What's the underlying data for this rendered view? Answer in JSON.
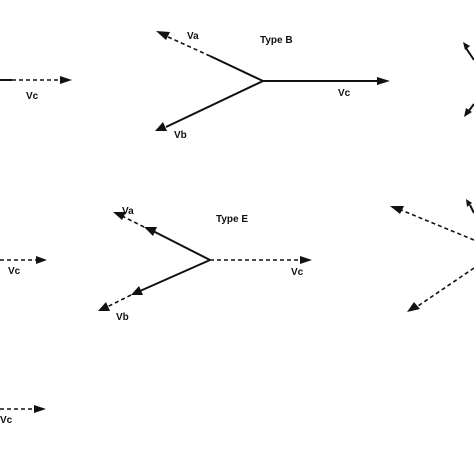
{
  "diagrams": {
    "type_b": {
      "title": "Type B",
      "va": "Va",
      "vb": "Vb",
      "vc": "Vc"
    },
    "type_e": {
      "title": "Type E",
      "va": "Va",
      "vb": "Vb",
      "vc": "Vc"
    },
    "left_top": {
      "vc": "Vc"
    },
    "left_mid": {
      "vc": "Vc"
    },
    "left_bottom": {
      "vc": "Vc"
    }
  }
}
